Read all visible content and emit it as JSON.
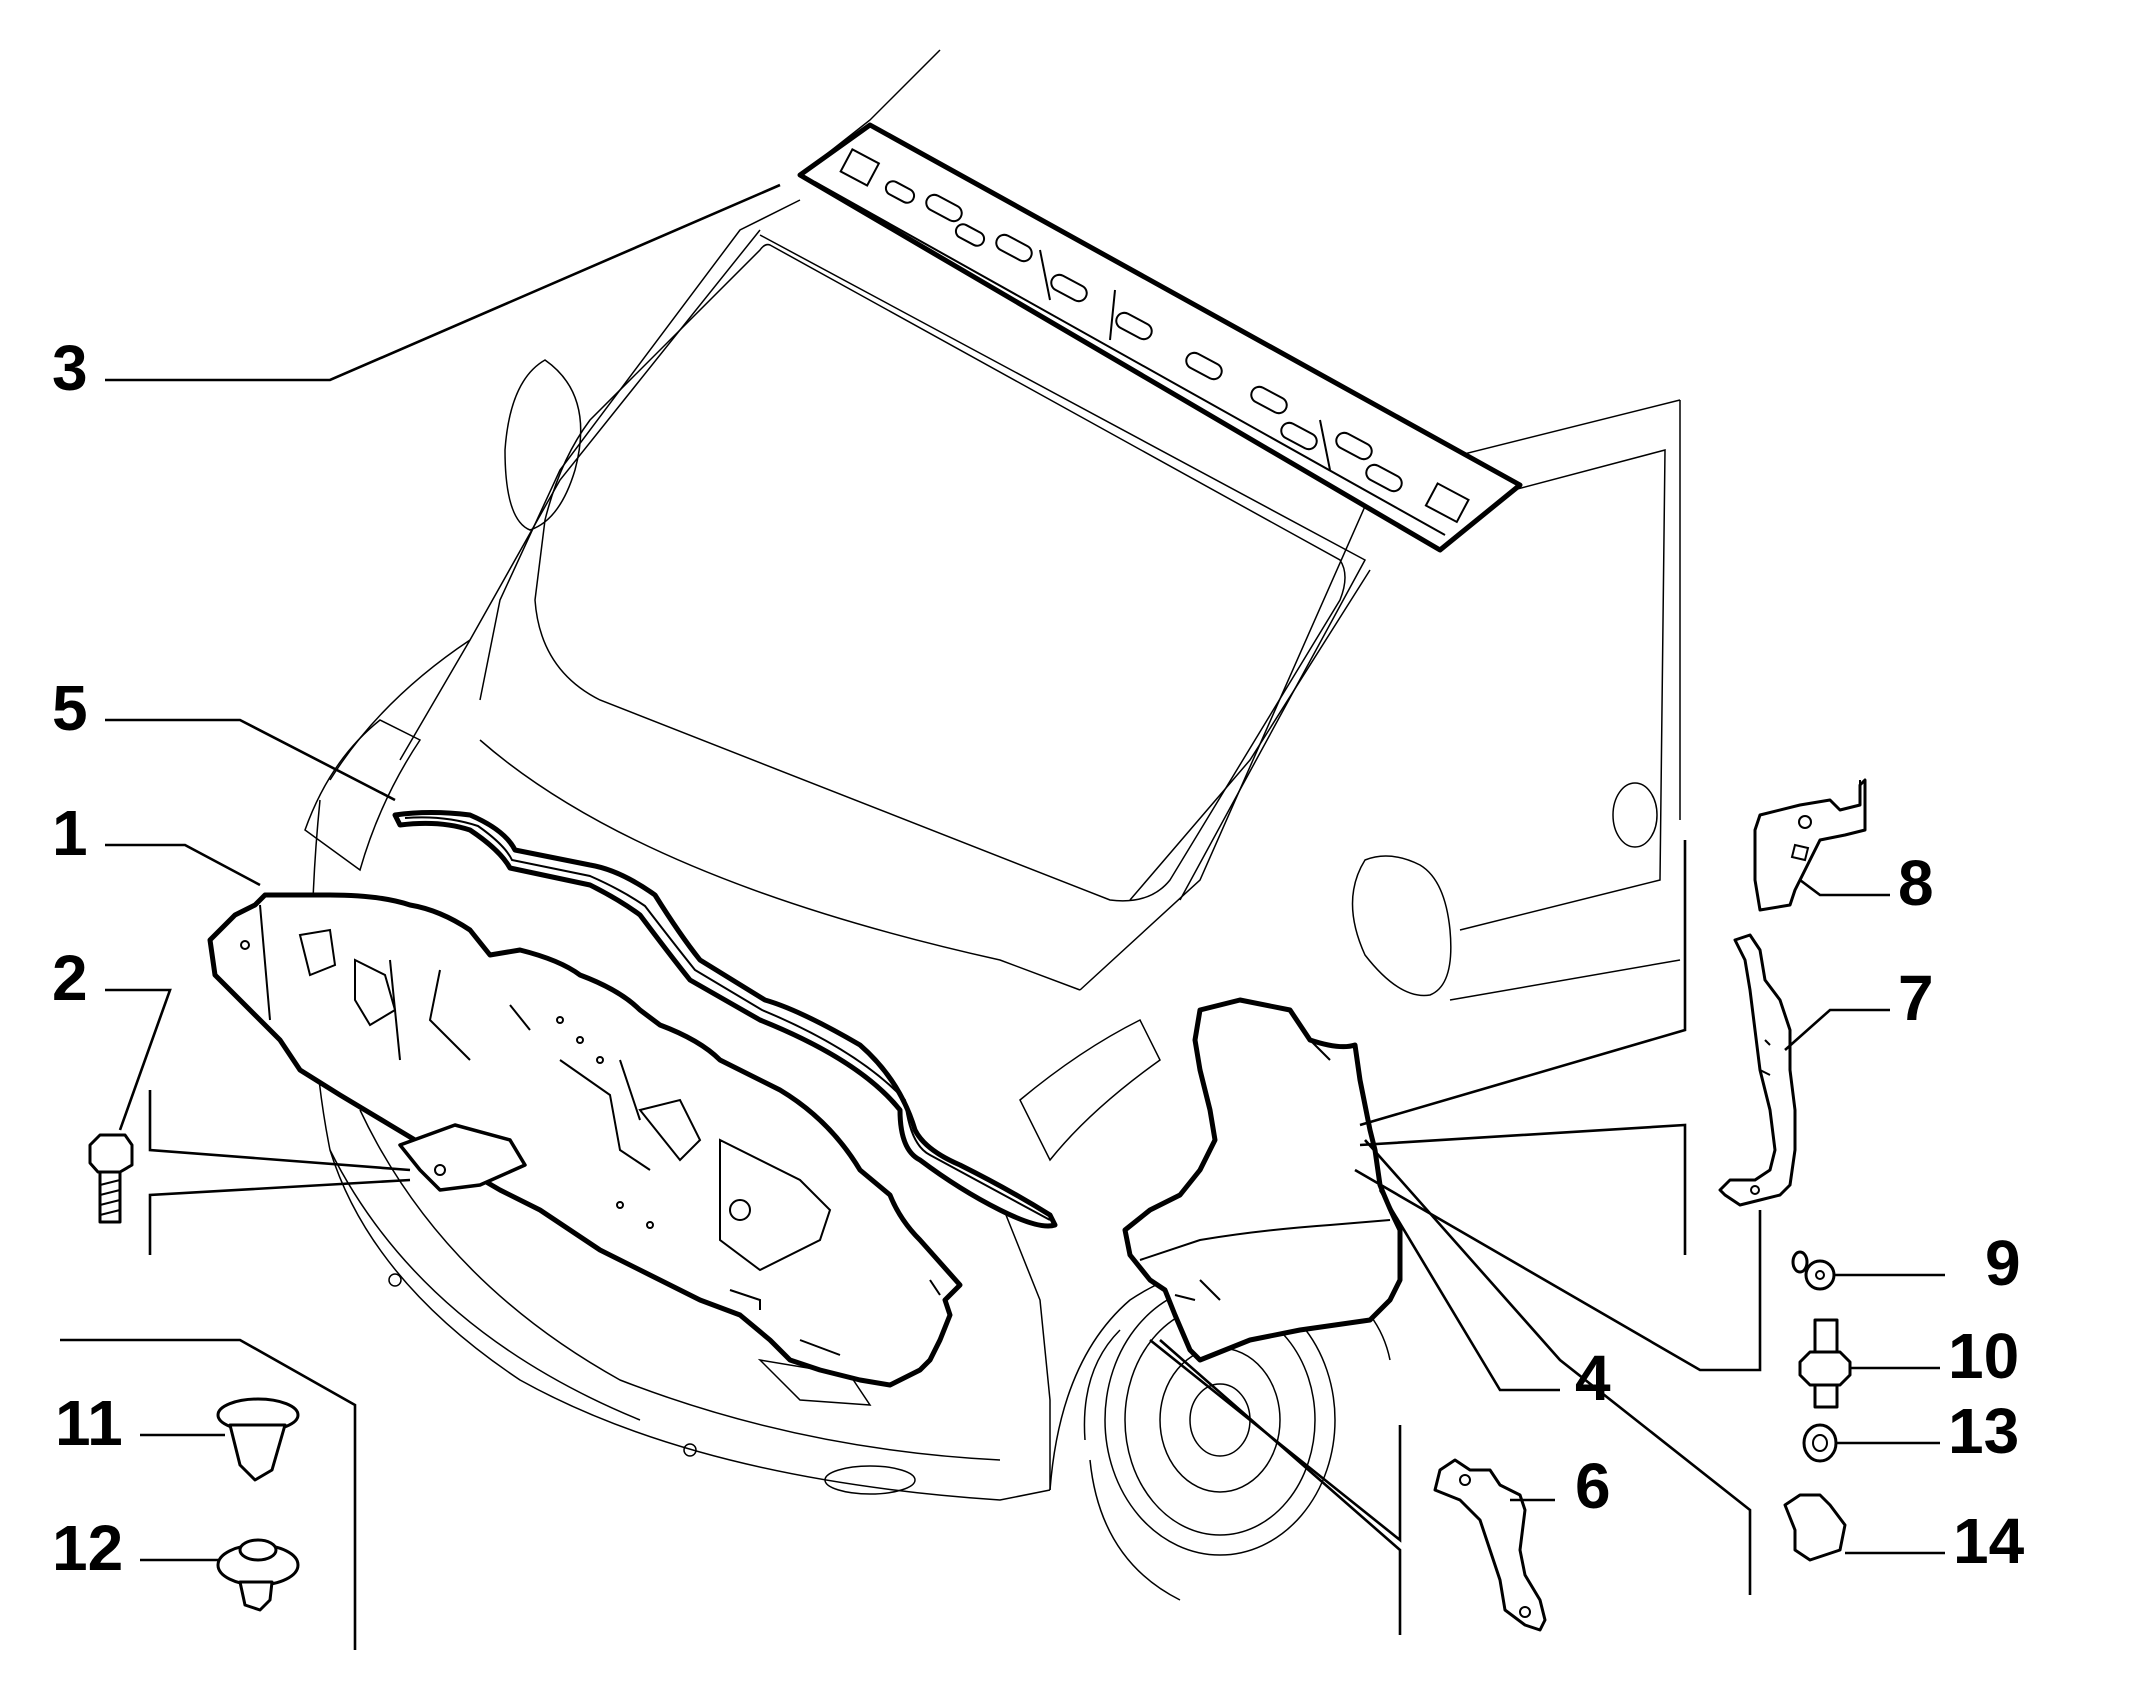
{
  "diagram": {
    "line_color": "#000000",
    "background": "#ffffff",
    "callouts": [
      {
        "id": "1",
        "label": "1"
      },
      {
        "id": "2",
        "label": "2"
      },
      {
        "id": "3",
        "label": "3"
      },
      {
        "id": "4",
        "label": "4"
      },
      {
        "id": "5",
        "label": "5"
      },
      {
        "id": "6",
        "label": "6"
      },
      {
        "id": "7",
        "label": "7"
      },
      {
        "id": "8",
        "label": "8"
      },
      {
        "id": "9",
        "label": "9"
      },
      {
        "id": "10",
        "label": "10"
      },
      {
        "id": "11",
        "label": "11"
      },
      {
        "id": "12",
        "label": "12"
      },
      {
        "id": "13",
        "label": "13"
      },
      {
        "id": "14",
        "label": "14"
      }
    ]
  }
}
